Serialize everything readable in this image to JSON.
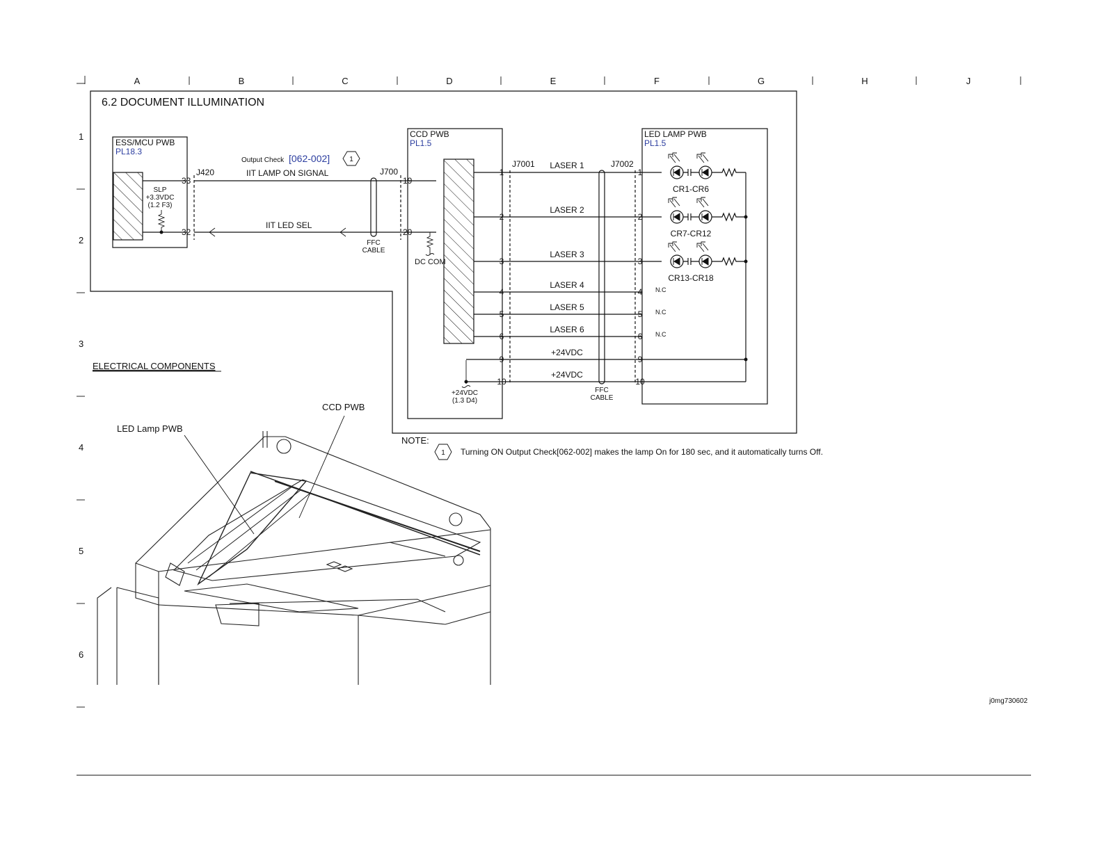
{
  "columns": [
    "A",
    "B",
    "C",
    "D",
    "E",
    "F",
    "G",
    "H",
    "J"
  ],
  "rows": [
    "1",
    "2",
    "3",
    "4",
    "5",
    "6"
  ],
  "title": "6.2 DOCUMENT ILLUMINATION",
  "ess": {
    "name": "ESS/MCU PWB",
    "pl": "PL18.3",
    "connector": "J420",
    "pin_top": "33",
    "pin_bottom": "32",
    "slp": [
      "SLP",
      "+3.3VDC",
      "(1.2 F3)"
    ]
  },
  "output_check": {
    "label": "Output Check",
    "code": "[062-002]",
    "note_ref": "1"
  },
  "signals": {
    "lamp_on": "IIT LAMP ON SIGNAL",
    "led_sel": "IIT LED SEL"
  },
  "j700": {
    "name": "J700",
    "pin_top": "19",
    "pin_bottom": "20"
  },
  "ffc_left": [
    "FFC",
    "CABLE"
  ],
  "dc_com": "DC COM",
  "ccd": {
    "name": "CCD PWB",
    "pl": "PL1.5",
    "connector": "J7001"
  },
  "j7002": "J7002",
  "led": {
    "name": "LED LAMP PWB",
    "pl": "PL1.5",
    "groups": [
      "CR1-CR6",
      "CR7-CR12",
      "CR13-CR18"
    ]
  },
  "lines": [
    {
      "pin": "1",
      "label": "LASER 1"
    },
    {
      "pin": "2",
      "label": "LASER 2"
    },
    {
      "pin": "3",
      "label": "LASER 3"
    },
    {
      "pin": "4",
      "label": "LASER 4",
      "nc": "N.C"
    },
    {
      "pin": "5",
      "label": "LASER 5",
      "nc": "N.C"
    },
    {
      "pin": "6",
      "label": "LASER 6",
      "nc": "N.C"
    },
    {
      "pin": "9",
      "label": "+24VDC"
    },
    {
      "pin": "10",
      "label": "+24VDC"
    }
  ],
  "v24_ref": [
    "+24VDC",
    "(1.3 D4)"
  ],
  "ffc_right": [
    "FFC",
    "CABLE"
  ],
  "note": {
    "label": "NOTE:",
    "ref": "1",
    "text": "Turning ON Output Check[062-002] makes the lamp On for 180 sec, and it automatically turns Off."
  },
  "components": {
    "heading": "ELECTRICAL COMPONENTS",
    "ccd_label": "CCD PWB",
    "led_label": "LED Lamp PWB"
  },
  "figure_id": "j0mg730602"
}
